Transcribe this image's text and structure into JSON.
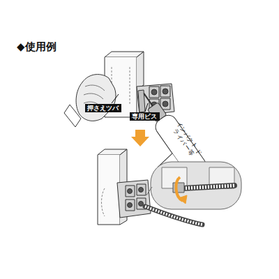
{
  "diagram": {
    "title": "◆使用例",
    "nodes": [
      {
        "text": [
          "押さえツバ"
        ]
      },
      {
        "text": [
          "専用ビス"
        ]
      }
    ],
    "labels": [
      "インパクト ドライバー等"
    ]
  }
}
